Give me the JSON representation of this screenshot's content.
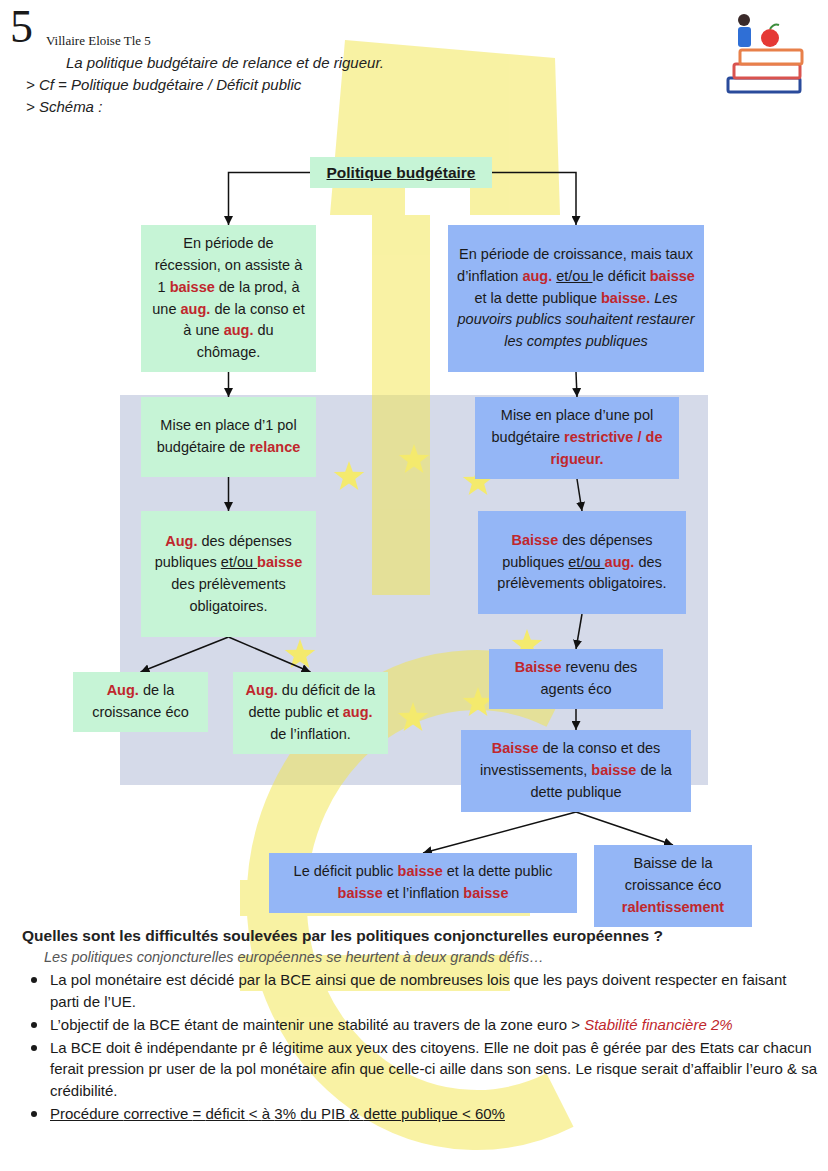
{
  "diagram": {
    "title": "La politique budgétaire de relance et de rigueur.",
    "nodes": [
      {
        "text": [
          "Politique budgétaire"
        ]
      },
      {
        "text": [
          "En période de récession, on assiste à 1 baisse de la prod, à une aug. de la conso et à une aug. du chômage."
        ]
      },
      {
        "text": [
          "En période de croissance, mais taux d’inflation aug. et/ou le déficit baisse et la dette publique baisse. Les pouvoirs publics souhaitent restaurer les comptes publiques"
        ]
      },
      {
        "text": [
          "Mise en place d’1 pol budgétaire de relance"
        ]
      },
      {
        "text": [
          "Mise en place d’une pol budgétaire restrictive / de rigueur."
        ]
      },
      {
        "text": [
          "Aug. des dépenses publiques et/ou baisse des prélèvements obligatoires."
        ]
      },
      {
        "text": [
          "Baisse des dépenses publiques et/ou aug. des prélèvements obligatoires."
        ]
      },
      {
        "text": [
          "Aug. de la croissance éco"
        ]
      },
      {
        "text": [
          "Aug. du déficit de la dette public et aug. de l’inflation."
        ]
      },
      {
        "text": [
          "Baisse revenu des agents éco"
        ]
      },
      {
        "text": [
          "Baisse de la conso et des investissements, baisse de la dette publique"
        ]
      },
      {
        "text": [
          "Le déficit public baisse et la dette public baisse et l’inflation baisse"
        ]
      },
      {
        "text": [
          "Baisse de la croissance éco ralentissement"
        ]
      }
    ],
    "edges": [
      {
        "from": 0,
        "to": 1,
        "arrow": "to"
      },
      {
        "from": 0,
        "to": 2,
        "arrow": "to"
      },
      {
        "from": 1,
        "to": 3,
        "arrow": "to"
      },
      {
        "from": 2,
        "to": 4,
        "arrow": "to"
      },
      {
        "from": 3,
        "to": 5,
        "arrow": "to"
      },
      {
        "from": 4,
        "to": 6,
        "arrow": "to"
      },
      {
        "from": 5,
        "to": 7,
        "arrow": "to"
      },
      {
        "from": 5,
        "to": 8,
        "arrow": "to"
      },
      {
        "from": 6,
        "to": 9,
        "arrow": "to"
      },
      {
        "from": 9,
        "to": 10,
        "arrow": "to"
      },
      {
        "from": 10,
        "to": 11,
        "arrow": "to"
      },
      {
        "from": 10,
        "to": 12,
        "arrow": "to"
      }
    ],
    "labels": [
      "5",
      "Villaire Eloise Tle 5",
      "> Cf = Politique budgétaire / Déficit public",
      "> Schéma :",
      "Quelles sont les difficultés soulevées par les politiques conjoncturelles européennes ?",
      "Les politiques conjoncturelles européennes se heurtent à deux grands défis…",
      "La pol monétaire est décidé par la BCE ainsi que de nombreuses lois que les pays doivent respecter en faisant parti de l’UE.",
      "L’objectif de la BCE étant de maintenir une stabilité au travers de la zone euro > Stabilité financière 2%",
      "La BCE doit ê indépendante pr ê légitime aux yeux des citoyens. Elle ne doit pas ê gérée par des Etats car chacun ferait pression pr user de la pol monétaire afin que celle-ci aille dans son sens. Le risque serait d’affaiblir l’euro & sa crédibilité.",
      "Procédure corrective = déficit < à 3% du PIB & dette publique < 60%"
    ]
  }
}
